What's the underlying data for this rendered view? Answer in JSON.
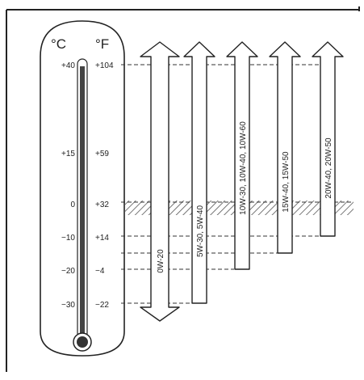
{
  "units": {
    "celsius": "°C",
    "fahrenheit": "°F"
  },
  "scale": [
    {
      "c": "+40",
      "f": "+104"
    },
    {
      "c": "+15",
      "f": "+59"
    },
    {
      "c": "0",
      "f": "+32"
    },
    {
      "c": "−10",
      "f": "+14"
    },
    {
      "c": "−20",
      "f": "−4"
    },
    {
      "c": "−30",
      "f": "−22"
    }
  ],
  "grades": [
    {
      "label": "0W-20"
    },
    {
      "label": "5W-30, 5W-40"
    },
    {
      "label": "10W-30, 10W-40, 10W-60"
    },
    {
      "label": "15W-40, 15W-50"
    },
    {
      "label": "20W-40, 20W-50"
    }
  ],
  "colors": {
    "line": "#222222",
    "hatch": "#555555",
    "background": "#ffffff"
  }
}
